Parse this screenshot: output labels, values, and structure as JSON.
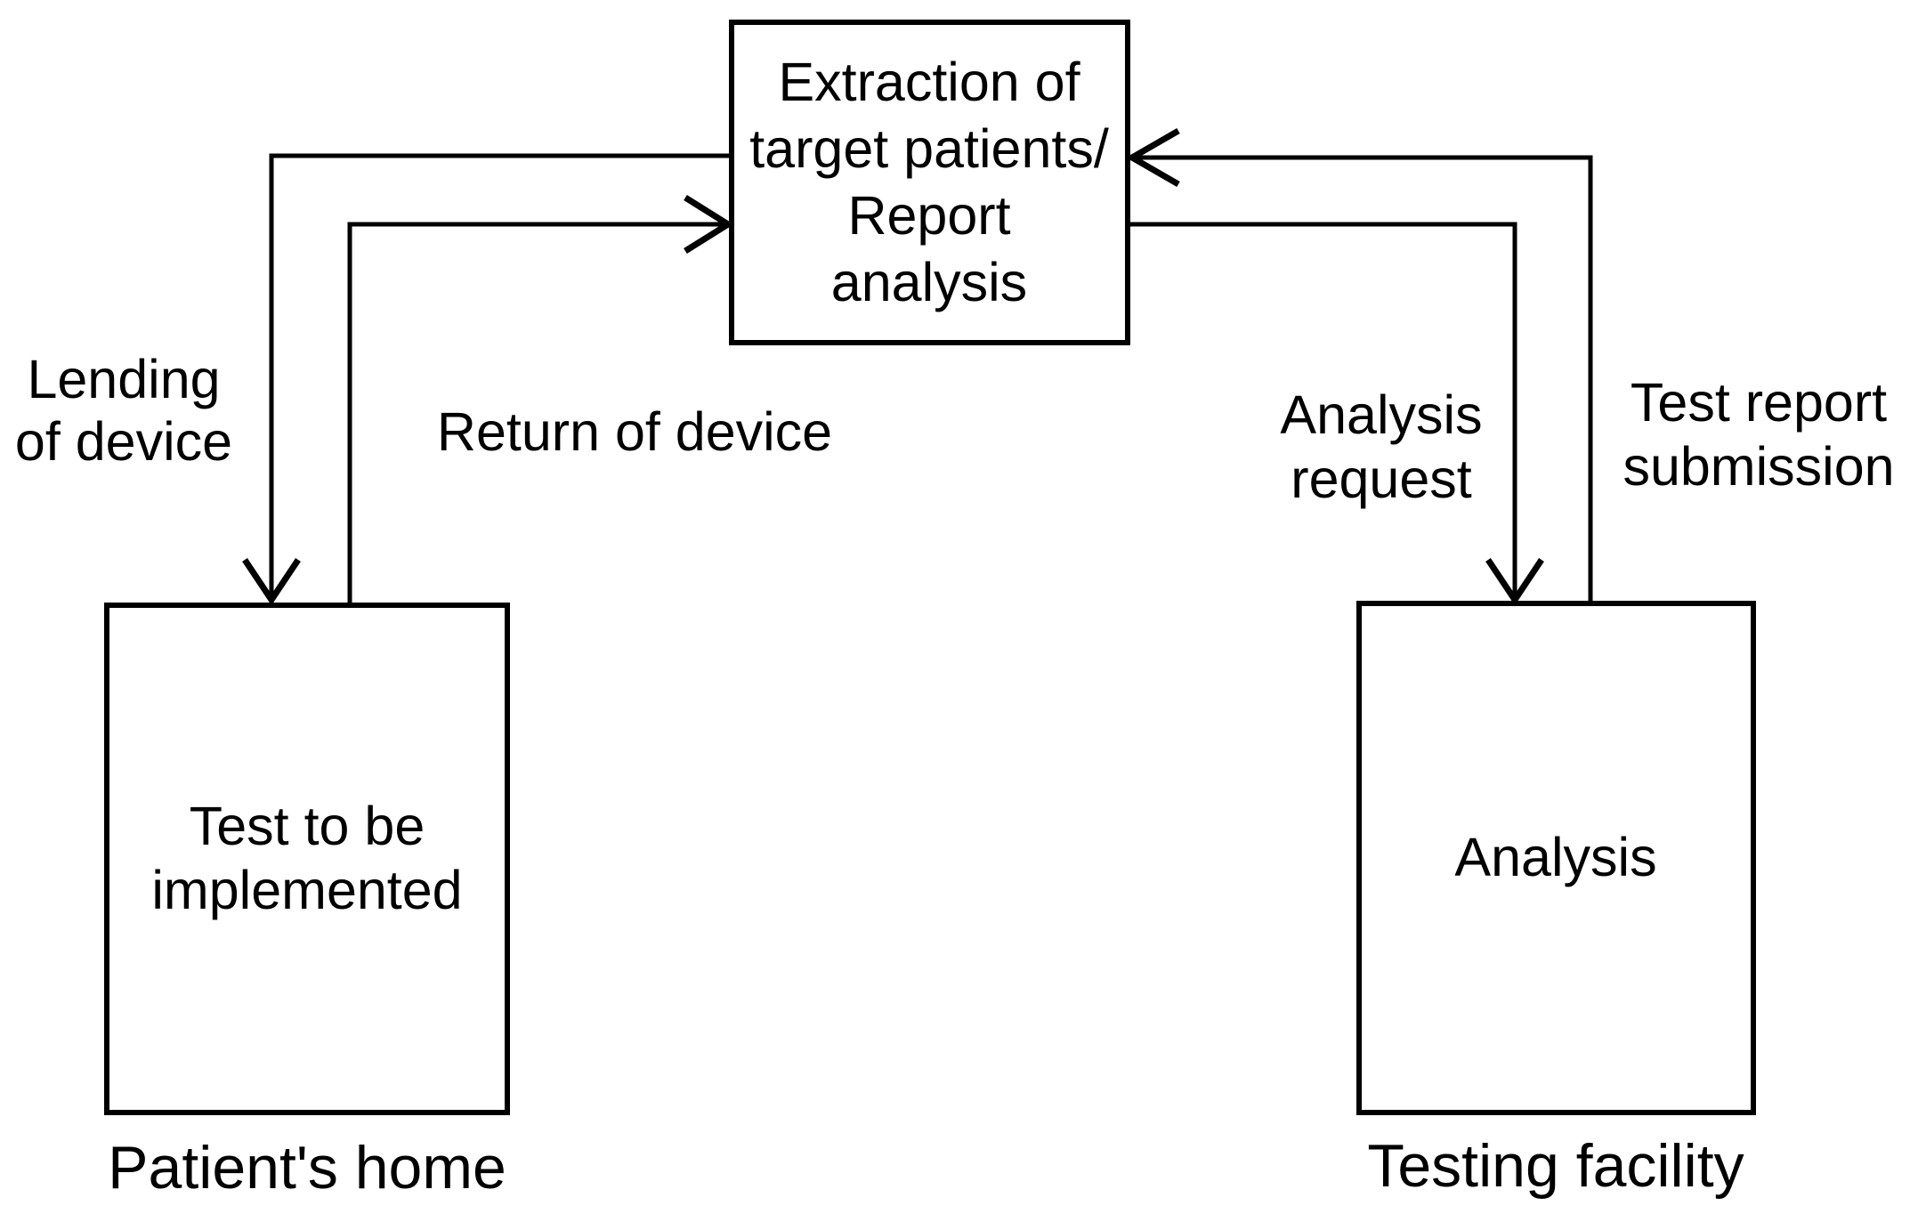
{
  "colors": {
    "background": "#ffffff",
    "line": "#000000",
    "text": "#000000"
  },
  "nodes": {
    "extraction": {
      "lines": [
        "Extraction of",
        "target patients/",
        "Report",
        "analysis"
      ]
    },
    "test": {
      "lines": [
        "Test to be",
        "implemented"
      ],
      "caption": "Patient's home"
    },
    "analysis": {
      "lines": [
        "Analysis"
      ],
      "caption": "Testing facility"
    }
  },
  "edges": {
    "lending": {
      "lines": [
        "Lending",
        "of device"
      ]
    },
    "return": {
      "lines": [
        "Return of device"
      ]
    },
    "request": {
      "lines": [
        "Analysis",
        "request"
      ]
    },
    "report": {
      "lines": [
        "Test report",
        "submission"
      ]
    }
  }
}
